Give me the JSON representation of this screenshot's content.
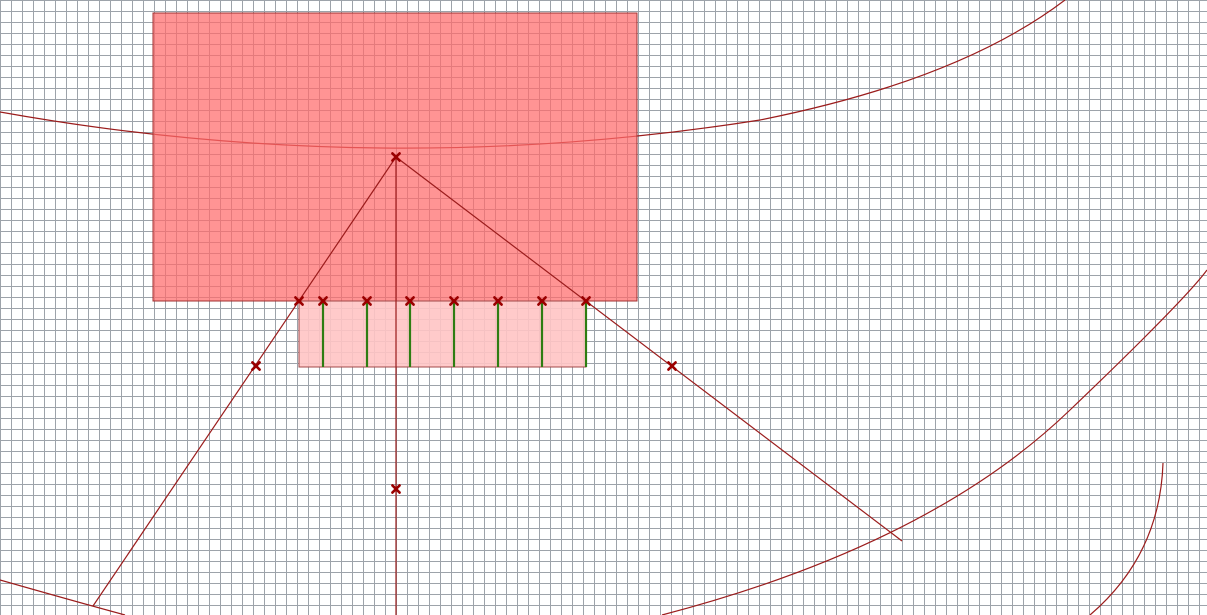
{
  "colors": {
    "background": "#ffffff",
    "grid": "#8c939b",
    "main_rect_fill": "#ff6b6b",
    "main_rect_stroke": "#a03030",
    "sub_rect_fill": "#ffc4c4",
    "sub_rect_stroke": "#a04848",
    "construction_line": "#9b1c1c",
    "marker": "#9b0000",
    "green_bar": "#2e7d12"
  },
  "icons": {
    "marker": "x-marker-icon"
  },
  "elements": {
    "main_rectangle": "main-rectangle",
    "sub_rectangle": "sub-rectangle",
    "green_bar_count": 7,
    "marker_count": 12
  }
}
